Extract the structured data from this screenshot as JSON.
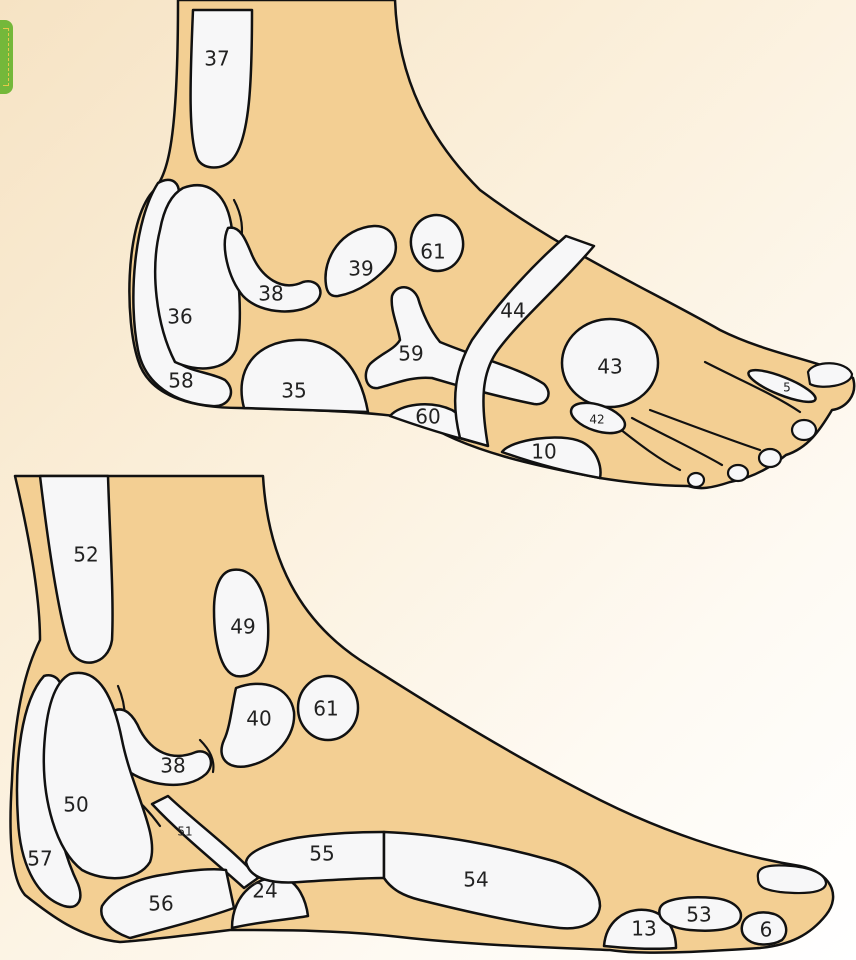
{
  "colors": {
    "skin": "#f3cf93",
    "zone": "#f7f7f8",
    "outline": "#111111",
    "tab": "#74b83a"
  },
  "top_foot": {
    "labels": {
      "z37": "37",
      "z36": "36",
      "z58": "58",
      "z38": "38",
      "z35": "35",
      "z39": "39",
      "z61": "61",
      "z59": "59",
      "z60": "60",
      "z44": "44",
      "z43": "43",
      "z42": "42",
      "z10": "10",
      "z5": "5"
    }
  },
  "bottom_foot": {
    "labels": {
      "z52": "52",
      "z49": "49",
      "z40": "40",
      "z61": "61",
      "z38": "38",
      "z50": "50",
      "z51": "51",
      "z57": "57",
      "z56": "56",
      "z24": "24",
      "z55": "55",
      "z54": "54",
      "z13": "13",
      "z53": "53",
      "z6": "6"
    }
  }
}
